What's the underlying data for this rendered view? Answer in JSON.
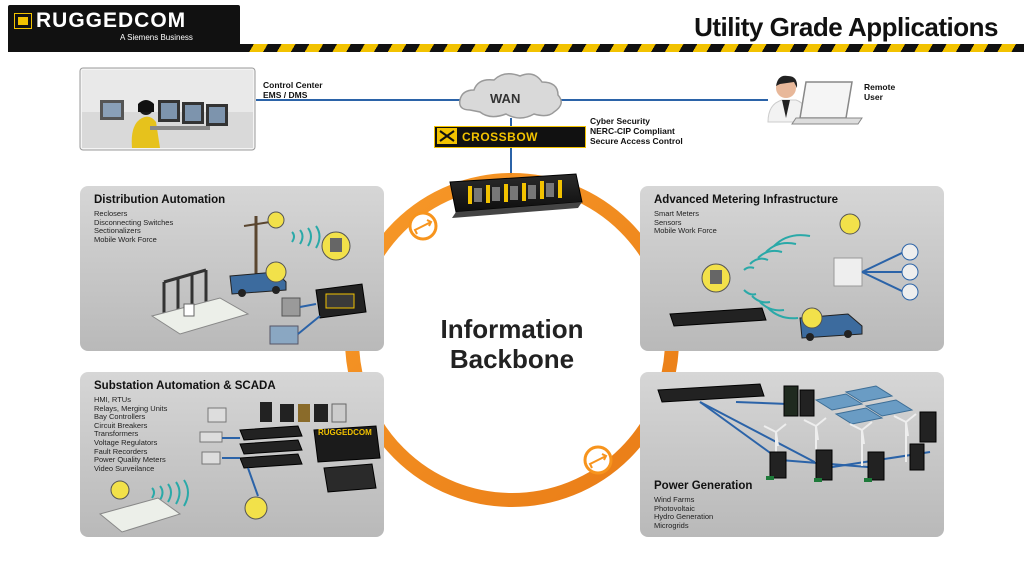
{
  "header": {
    "logo_text": "RUGGEDCOM",
    "logo_subtitle": "A Siemens Business",
    "title": "Utility Grade Applications"
  },
  "top": {
    "control_center_label": "Control Center\nEMS / DMS",
    "wan_label": "WAN",
    "remote_user_label": "Remote\nUser",
    "crossbow_logo": "CROSSBOW",
    "security_lines": [
      "Cyber Security",
      "NERC-CIP Compliant",
      "Secure Access Control"
    ]
  },
  "center": {
    "backbone_line1": "Information",
    "backbone_line2": "Backbone"
  },
  "panels": {
    "distribution": {
      "title": "Distribution Automation",
      "items": [
        "Reclosers",
        "Disconnecting Switches",
        "Sectionalizers",
        "Mobile Work Force"
      ]
    },
    "ami": {
      "title": "Advanced Metering Infrastructure",
      "items": [
        "Smart Meters",
        "Sensors",
        "Mobile Work Force"
      ]
    },
    "substation": {
      "title": "Substation Automation & SCADA",
      "items": [
        "HMI, RTUs",
        "Relays, Merging Units",
        "Bay Controllers",
        "Circuit Breakers",
        "Transformers",
        "Voltage Regulators",
        "Fault Recorders",
        "Power Quality Meters",
        "Video Surveilance"
      ],
      "device_label": "RUGGEDCOM"
    },
    "power": {
      "title": "Power Generation",
      "items": [
        "Wind Farms",
        "Photovoltaic",
        "Hydro Generation",
        "Microgrids"
      ]
    }
  },
  "colors": {
    "ring": "#f7941d",
    "link": "#2b63a8",
    "accent_yellow": "#f2c200",
    "panel_gray": "#c4c4c4"
  }
}
